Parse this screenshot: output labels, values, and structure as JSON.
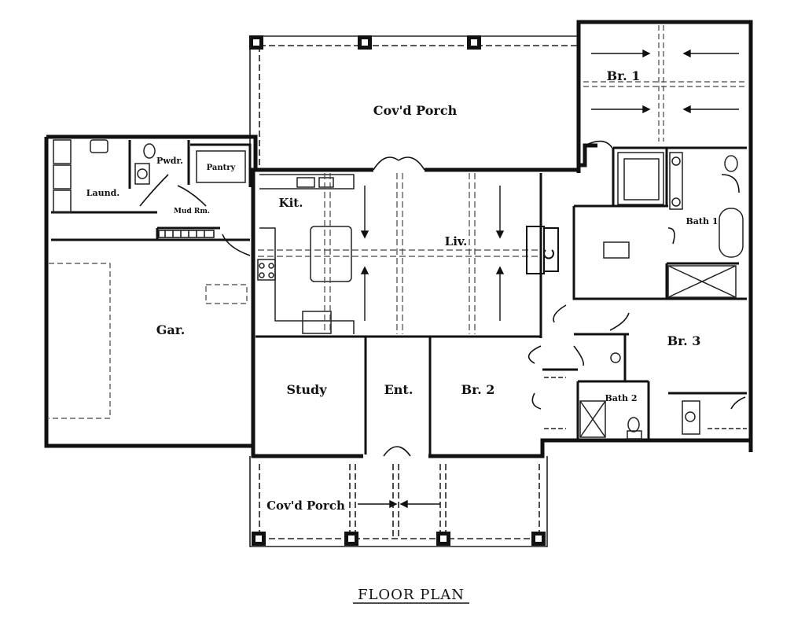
{
  "title": "FLOOR PLAN",
  "colors": {
    "wall": "#111111",
    "line": "#222222",
    "dash": "#444444",
    "background": "#ffffff"
  },
  "rooms": {
    "porch_rear": "Cov'd Porch",
    "br1": "Br. 1",
    "laund": "Laund.",
    "pwdr": "Pwdr.",
    "pantry": "Pantry",
    "mud": "Mud Rm.",
    "kit": "Kit.",
    "liv": "Liv.",
    "bath1": "Bath 1",
    "gar": "Gar.",
    "br3": "Br. 3",
    "study": "Study",
    "ent": "Ent.",
    "br2": "Br. 2",
    "bath2": "Bath 2",
    "porch_front": "Cov'd Porch"
  }
}
